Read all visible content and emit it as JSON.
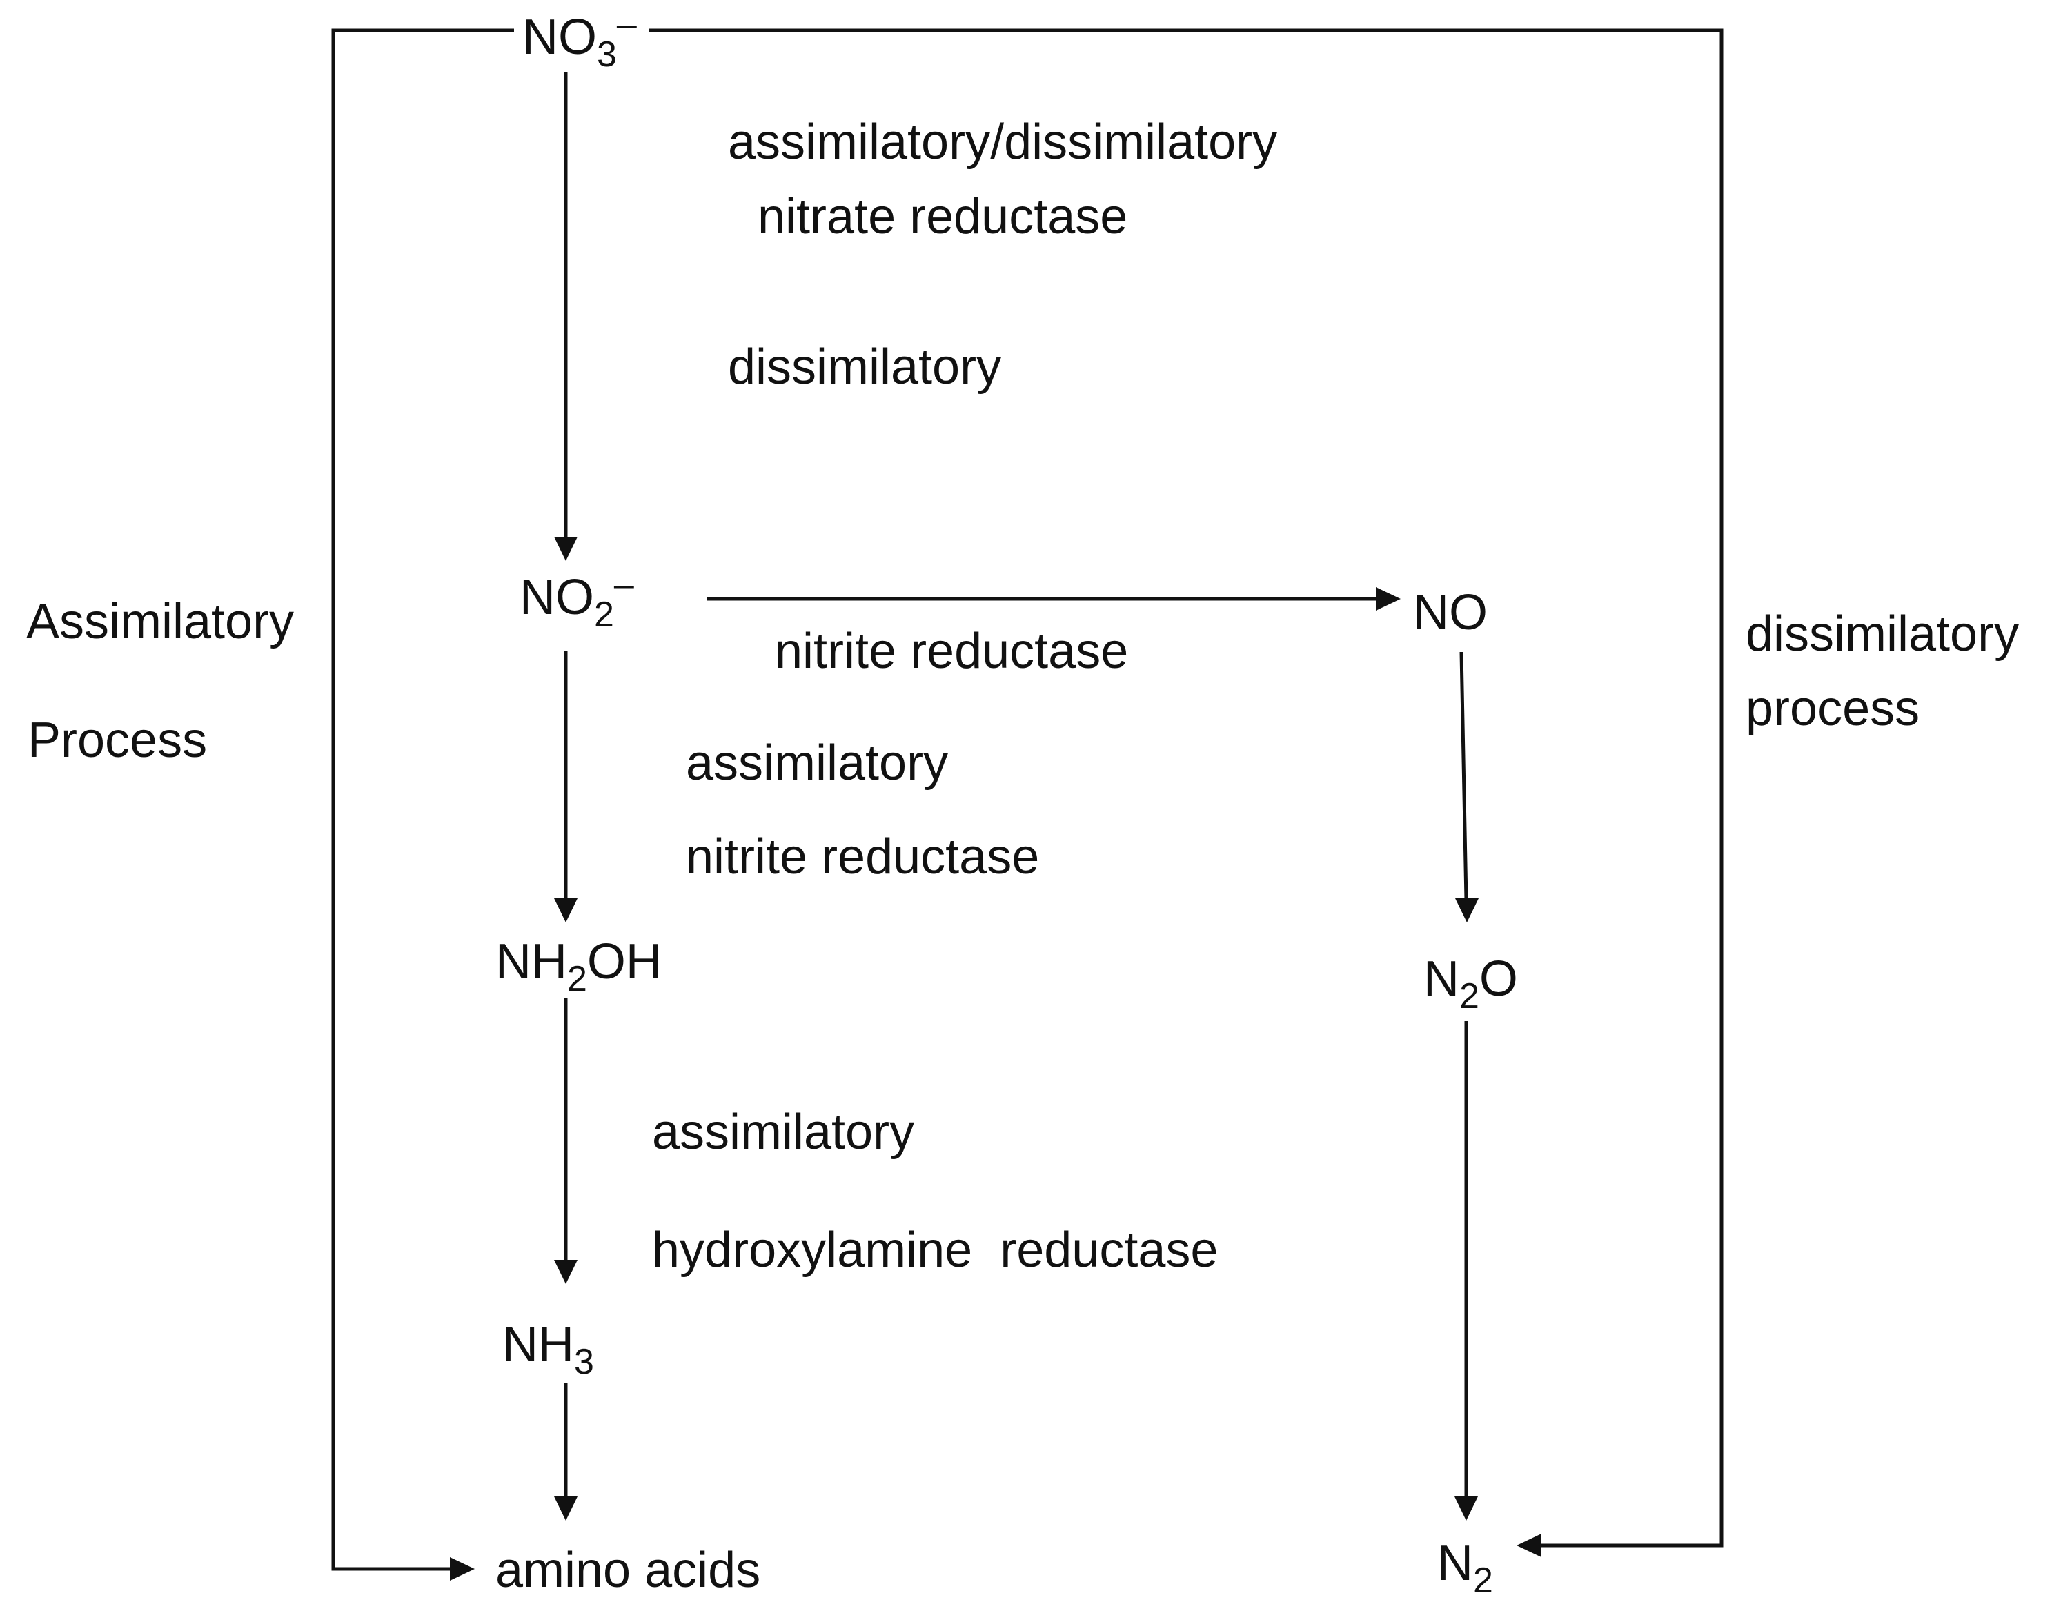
{
  "nodes": {
    "nitrate": {
      "base": "NO",
      "sub": "3",
      "sup": "–"
    },
    "nitrite": {
      "base": "NO",
      "sub": "2",
      "sup": "–"
    },
    "hydroxylamine": {
      "pre": "NH",
      "sub": "2",
      "post": "OH"
    },
    "ammonia": {
      "base": "NH",
      "sub": "3"
    },
    "amino_acids": "amino acids",
    "nitric_oxide": "NO",
    "nitrous_oxide": {
      "pre": "N",
      "sub": "2",
      "post": "O"
    },
    "dinitrogen": {
      "base": "N",
      "sub": "2"
    }
  },
  "enzymes": {
    "nitrate_reductase_line1": "assimilatory/dissimilatory",
    "nitrate_reductase_line2": "nitrate reductase",
    "dissimilatory": "dissimilatory",
    "dissimilatory_nitrite_reductase": "nitrite reductase",
    "assimilatory_nitrite_line1": "assimilatory",
    "assimilatory_nitrite_line2": "nitrite reductase",
    "hydroxylamine_line1": "assimilatory",
    "hydroxylamine_line2": "hydroxylamine  reductase"
  },
  "processes": {
    "assimilatory_line1": "Assimilatory",
    "assimilatory_line2": "Process",
    "dissimilatory_line1": "dissimilatory",
    "dissimilatory_line2": "process"
  }
}
